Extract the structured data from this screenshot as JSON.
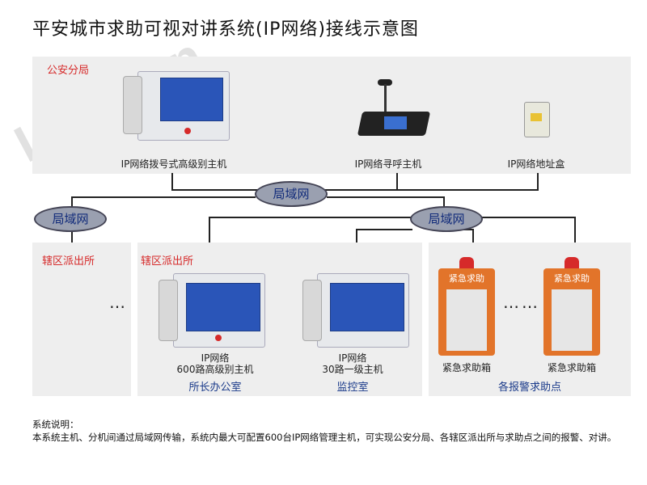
{
  "title": "平安城市求助可视对讲系统(IP网络)接线示意图",
  "watermark": "LonBon",
  "bureau": {
    "label": "公安分局",
    "devices": [
      "IP网络拨号式高级别主机",
      "IP网络寻呼主机",
      "IP网络地址盒"
    ]
  },
  "networks": {
    "center": "局域网",
    "left": "局域网",
    "right": "局域网"
  },
  "station_left": {
    "label": "辖区派出所"
  },
  "station_main": {
    "label": "辖区派出所"
  },
  "ellipsis": "…",
  "ellipsis_right": "……",
  "host_600": {
    "line1": "IP网络",
    "line2": "600路高级别主机",
    "room": "所长办公室"
  },
  "host_30": {
    "line1": "IP网络",
    "line2": "30路一级主机",
    "room": "监控室"
  },
  "help_boxes": {
    "screen_text": "紧急求助",
    "box_label": "紧急求助箱",
    "group": "各报警求助点"
  },
  "notes": {
    "heading": "系统说明：",
    "body": "本系统主机、分机间通过局域网传输，系统内最大可配置600台IP网络管理主机，可实现公安分局、各辖区派出所与求助点之间的报警、对讲。"
  },
  "colors": {
    "accent_red": "#d62a2a",
    "screen_blue": "#2a55b8",
    "network_gray": "#9aa0b0",
    "box_orange": "#e2742a"
  }
}
